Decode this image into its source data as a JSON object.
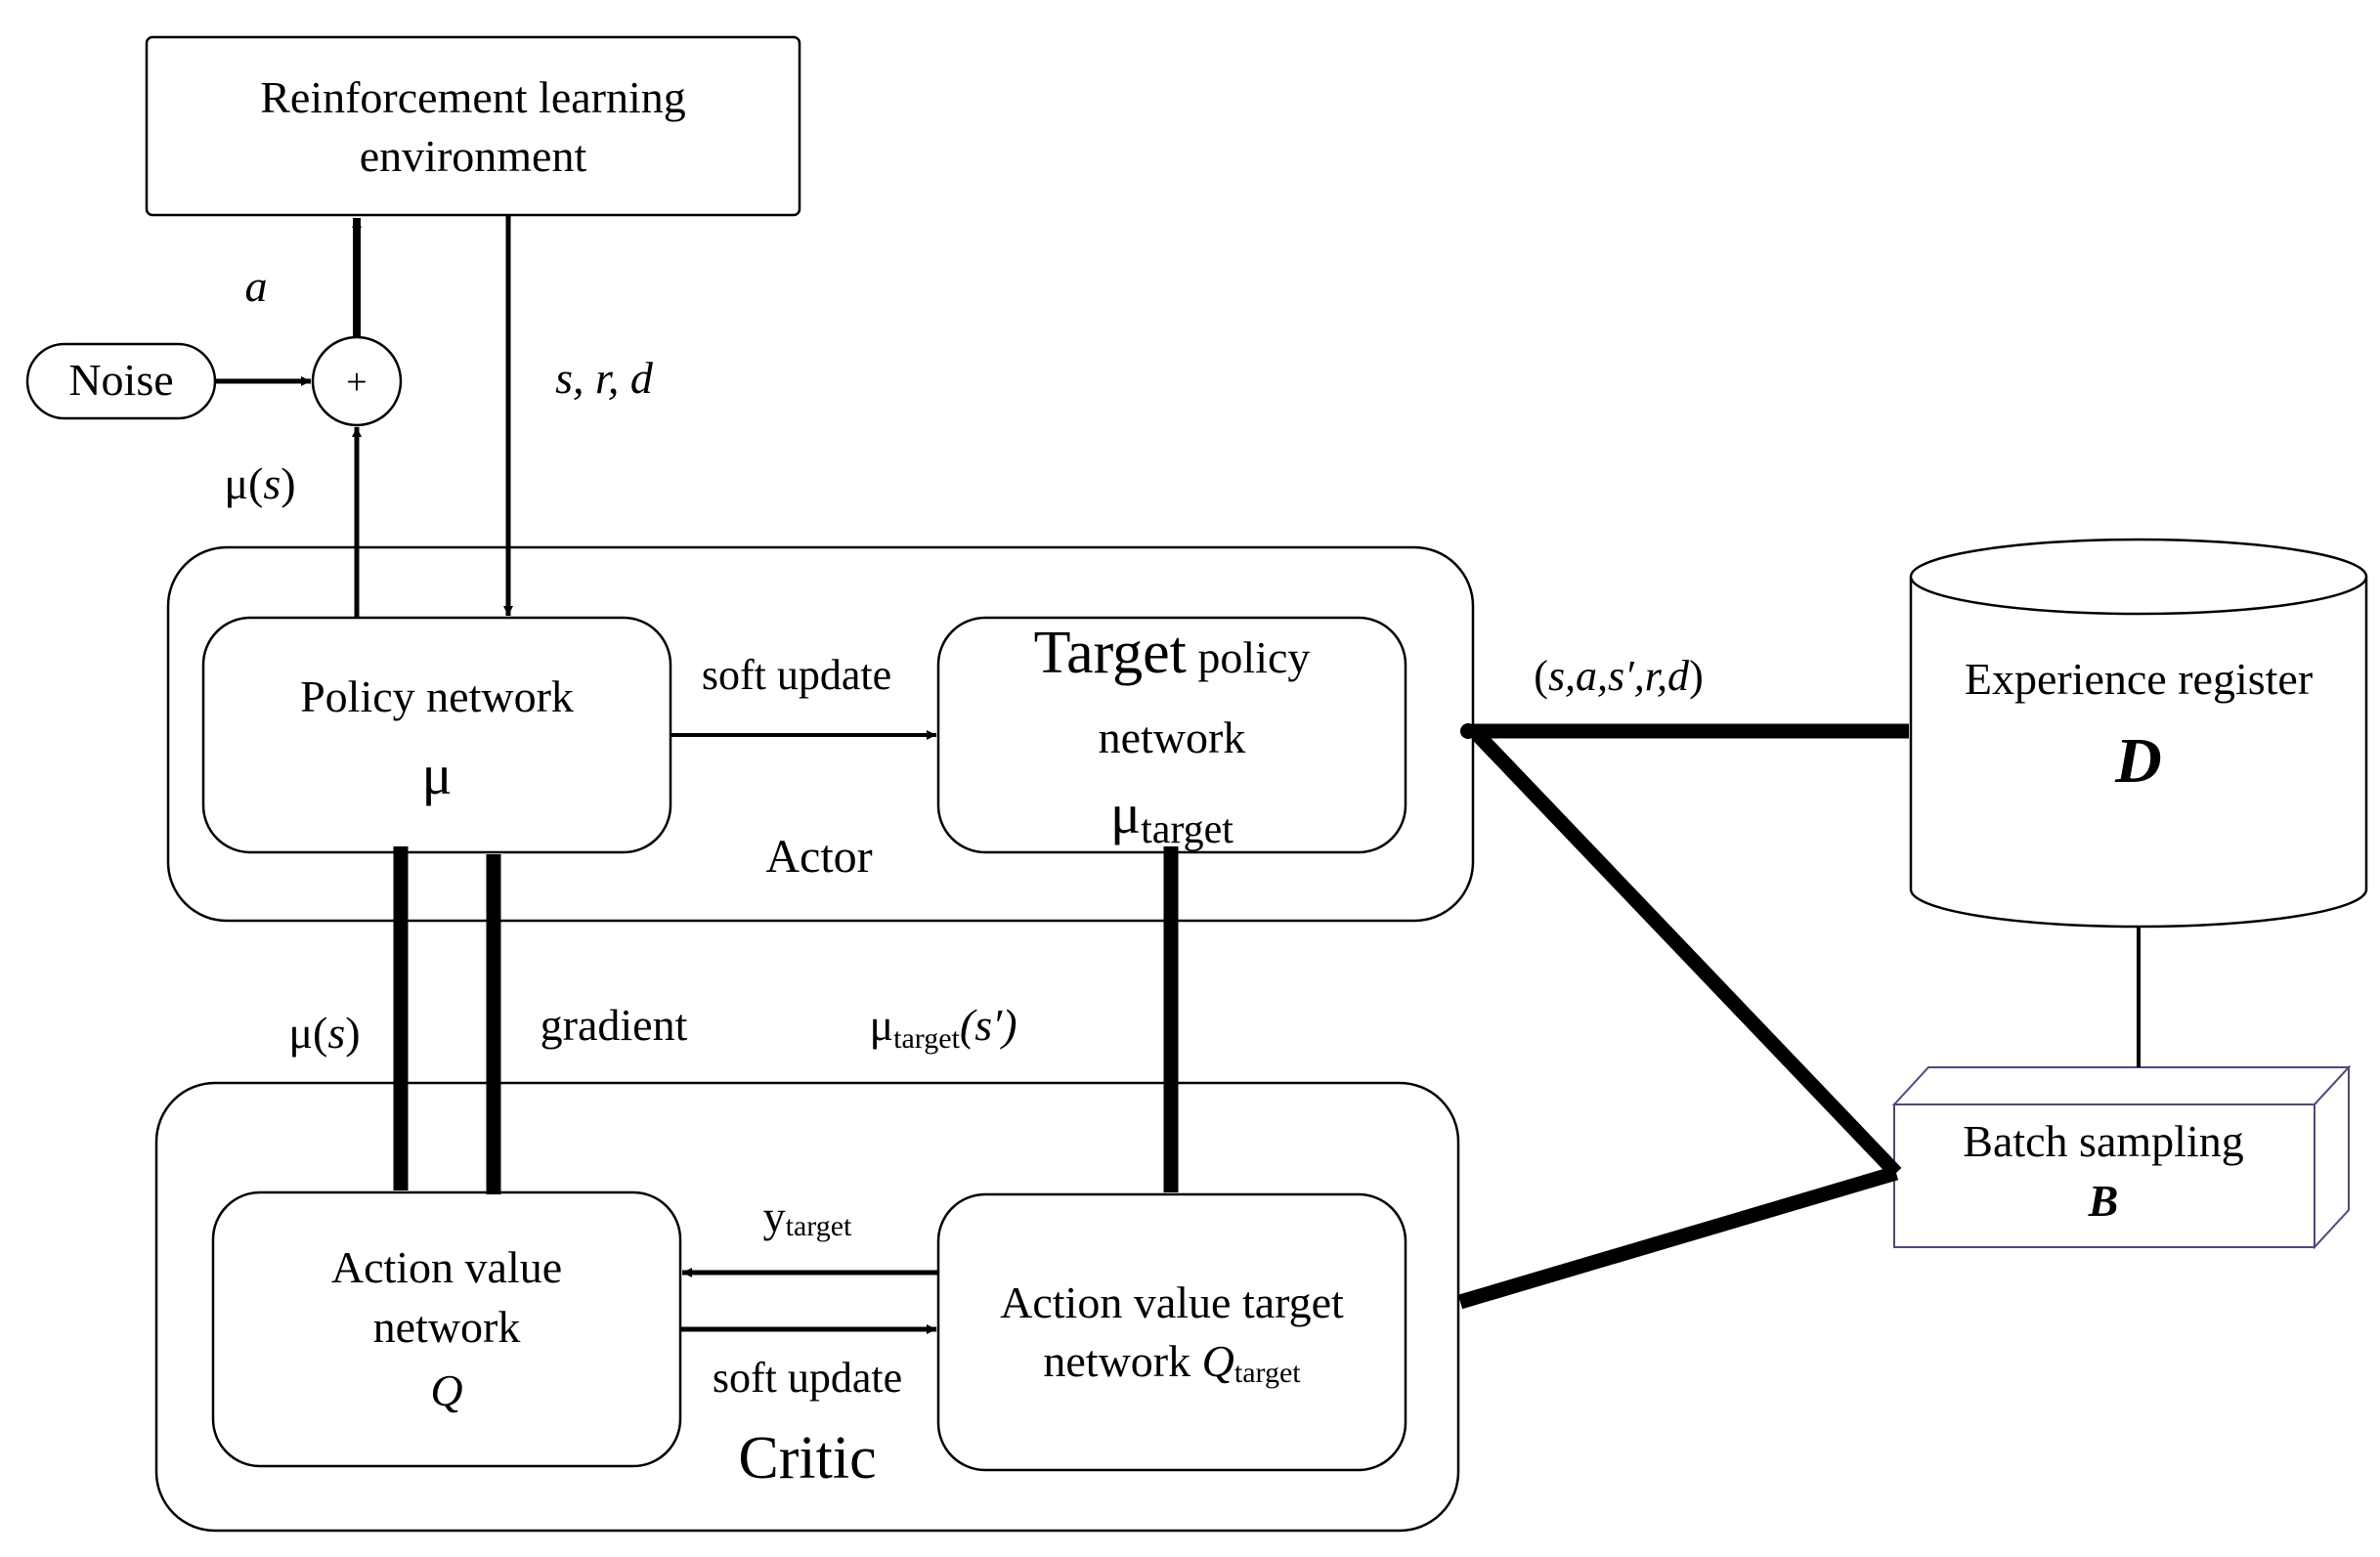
{
  "environment": {
    "line1": "Reinforcement learning",
    "line2": "environment"
  },
  "noise": {
    "label": "Noise"
  },
  "sum": {
    "symbol": "+"
  },
  "edges": {
    "action": "a",
    "state_reward_done": "s, r, d",
    "policy_output_mu": "μ",
    "policy_output_s": "s",
    "transition_open": "(",
    "transition_vars": "s,a,s′,r,d",
    "transition_close": ")",
    "actor_soft_update": "soft update",
    "critic_soft_update": "soft update",
    "mu_s_to_critic_mu": "μ",
    "mu_s_to_critic_s": "s",
    "gradient": "gradient",
    "mu_target_main": "μ",
    "mu_target_sub": "target",
    "mu_target_arg": "(s′)",
    "y_target_main": "y",
    "y_target_sub": "target"
  },
  "actor": {
    "label": "Actor",
    "policy": {
      "line1": "Policy network",
      "symbol": "μ"
    },
    "target_policy": {
      "word_target": "Target",
      "word_policy": " policy",
      "line2": "network",
      "symbol_main": "μ",
      "symbol_sub": "target"
    }
  },
  "critic": {
    "label": "Critic",
    "q_network": {
      "line1": "Action value",
      "line2": "network",
      "symbol": "Q"
    },
    "q_target": {
      "line1": "Action value target",
      "line2": "network ",
      "symbol_main": "Q",
      "symbol_sub": "target"
    }
  },
  "experience": {
    "line1": "Experience register",
    "symbol": "D"
  },
  "batch": {
    "line1": "Batch sampling",
    "symbol": "B"
  },
  "colors": {
    "stroke": "#000000",
    "fill": "#ffffff",
    "batch_stroke": "#4a4a7a"
  }
}
